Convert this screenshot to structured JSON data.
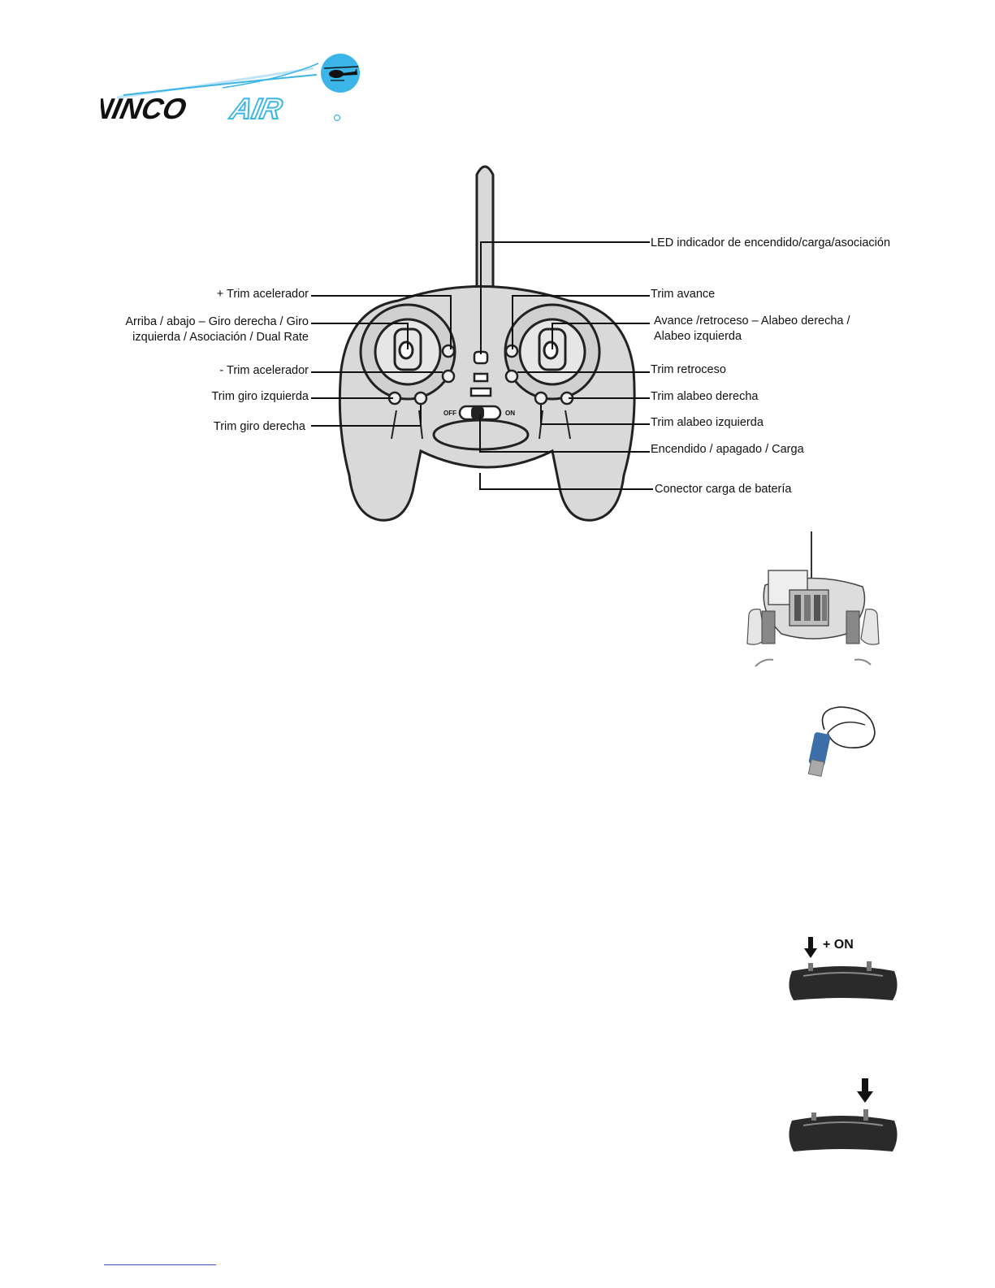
{
  "brand": {
    "logo_text_dark": "NINCO",
    "logo_text_light": "AIR",
    "logo_icon": "helicopter-icon",
    "colors": {
      "dark": "#111111",
      "accent": "#3bb5e8",
      "accent_light": "#bfe4f5"
    }
  },
  "diagram": {
    "left_labels": [
      {
        "id": "trim-acelerador-plus",
        "text": "+  Trim acelerador"
      },
      {
        "id": "arriba-abajo",
        "lines": [
          "Arriba / abajo – Giro derecha / Giro",
          "izquierda / Asociación / Dual Rate"
        ]
      },
      {
        "id": "trim-acelerador-minus",
        "text": "-  Trim acelerador"
      },
      {
        "id": "trim-giro-izquierda",
        "text": "Trim giro izquierda"
      },
      {
        "id": "trim-giro-derecha",
        "text": "Trim giro derecha"
      }
    ],
    "right_labels": [
      {
        "id": "led",
        "text": "LED indicador de encendido/carga/asociación"
      },
      {
        "id": "trim-avance",
        "text": "Trim avance"
      },
      {
        "id": "avance-retroceso",
        "lines": [
          "Avance /retroceso – Alabeo derecha /",
          "Alabeo izquierda"
        ]
      },
      {
        "id": "trim-retroceso",
        "text": "Trim retroceso"
      },
      {
        "id": "trim-alabeo-derecha",
        "text": "Trim alabeo derecha"
      },
      {
        "id": "trim-alabeo-izquierda",
        "text": "Trim alabeo izquierda"
      },
      {
        "id": "encendido",
        "text": "Encendido / apagado / Carga"
      },
      {
        "id": "conector",
        "text": "Conector carga de batería"
      }
    ],
    "switch_labels": {
      "off": "OFF",
      "on": "ON"
    }
  },
  "photos": {
    "battery_compartment": "battery-compartment-photo",
    "usb_cable": "usb-charge-cable-photo",
    "bind_step": {
      "caption": "+ ON",
      "icon": "arrow-down-icon"
    },
    "press_step": {
      "icon": "arrow-down-icon"
    }
  }
}
